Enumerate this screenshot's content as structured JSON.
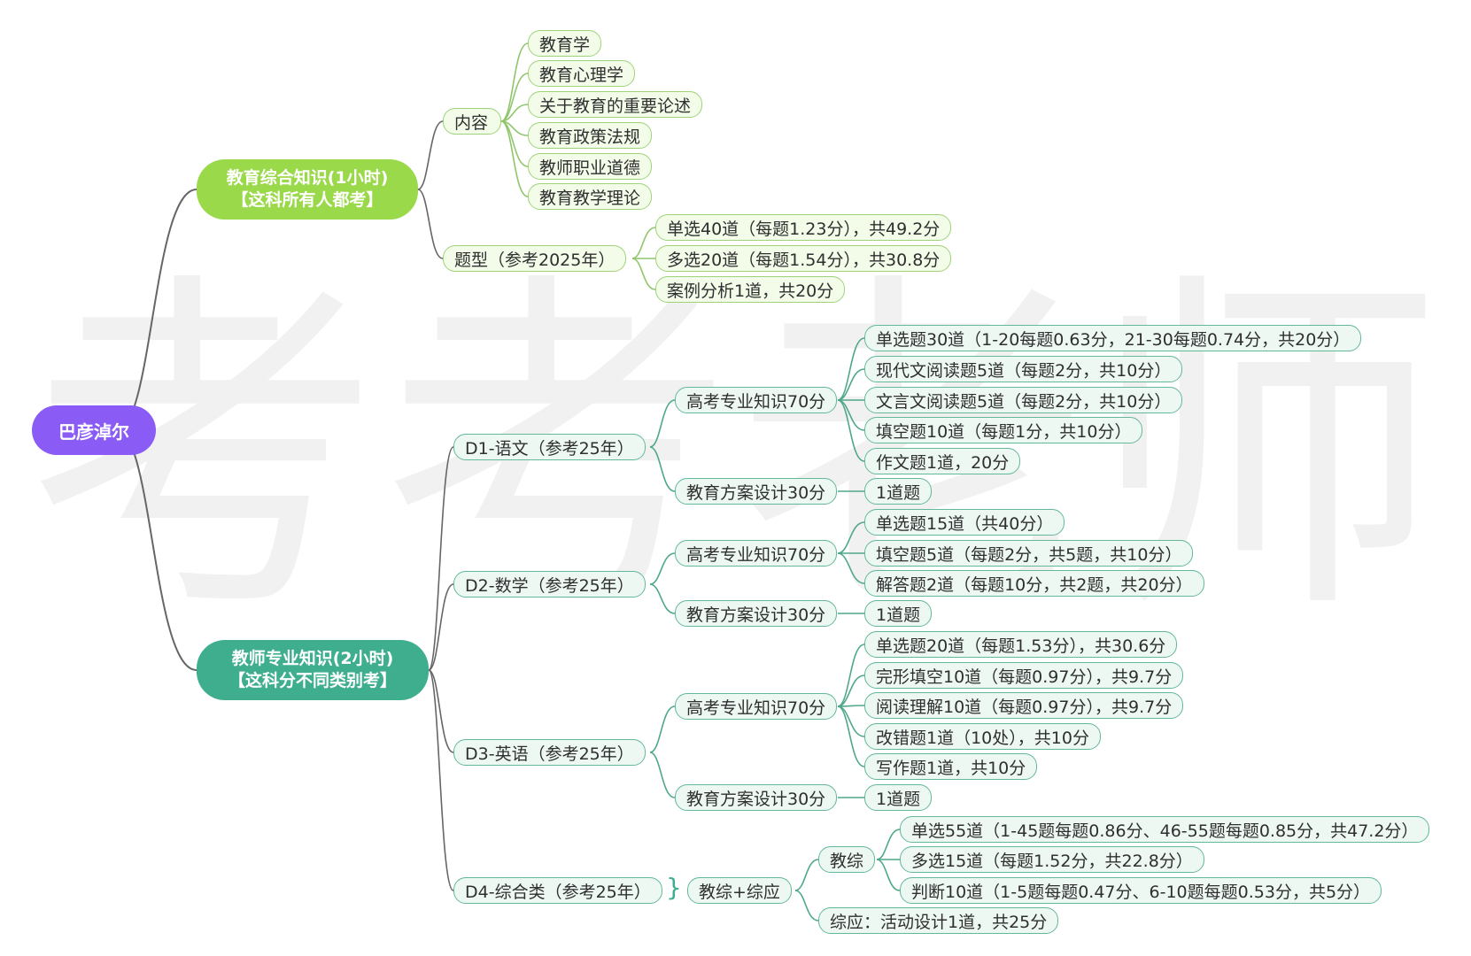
{
  "watermark": [
    "考",
    "考",
    "老",
    "师"
  ],
  "root": {
    "label": "巴彦淖尔"
  },
  "subjects": [
    {
      "title_line1": "教育综合知识(1小时)",
      "title_line2": "【这科所有人都考】",
      "content_label": "内容",
      "content_items": [
        "教育学",
        "教育心理学",
        "关于教育的重要论述",
        "教育政策法规",
        "教师职业道德",
        "教育教学理论"
      ],
      "type_label": "题型（参考2025年）",
      "type_items": [
        "单选40道（每题1.23分），共49.2分",
        "多选20道（每题1.54分），共30.8分",
        "案例分析1道，共20分"
      ]
    },
    {
      "title_line1": "教师专业知识(2小时)",
      "title_line2": "【这科分不同类别考】",
      "d1": {
        "label": "D1-语文（参考25年）",
        "gk_label": "高考专业知识70分",
        "gk_items": [
          "单选题30道（1-20每题0.63分，21-30每题0.74分，共20分）",
          "现代文阅读题5道（每题2分，共10分）",
          "文言文阅读题5道（每题2分，共10分）",
          "填空题10道（每题1分，共10分）",
          "作文题1道，20分"
        ],
        "ja_label": "教育方案设计30分",
        "ja_item": "1道题"
      },
      "d2": {
        "label": "D2-数学（参考25年）",
        "gk_label": "高考专业知识70分",
        "gk_items": [
          "单选题15道（共40分）",
          "填空题5道（每题2分，共5题，共10分）",
          "解答题2道（每题10分，共2题，共20分）"
        ],
        "ja_label": "教育方案设计30分",
        "ja_item": "1道题"
      },
      "d3": {
        "label": "D3-英语（参考25年）",
        "gk_label": "高考专业知识70分",
        "gk_items": [
          "单选题20道（每题1.53分），共30.6分",
          "完形填空10道（每题0.97分），共9.7分",
          "阅读理解10道（每题0.97分），共9.7分",
          "改错题1道（10处），共10分",
          "写作题1道，共10分"
        ],
        "ja_label": "教育方案设计30分",
        "ja_item": "1道题"
      },
      "d4": {
        "label": "D4-综合类（参考25年）",
        "brace": "}",
        "combo_label": "教综+综应",
        "jz_label": "教综",
        "jz_items": [
          "单选55道（1-45题每题0.86分、46-55题每题0.85分，共47.2分）",
          "多选15道（每题1.52分，共22.8分）",
          "判断10道（1-5题每题0.47分、6-10题每题0.53分，共5分）"
        ],
        "zy_item": "综应：活动设计1道，共25分"
      }
    }
  ]
}
